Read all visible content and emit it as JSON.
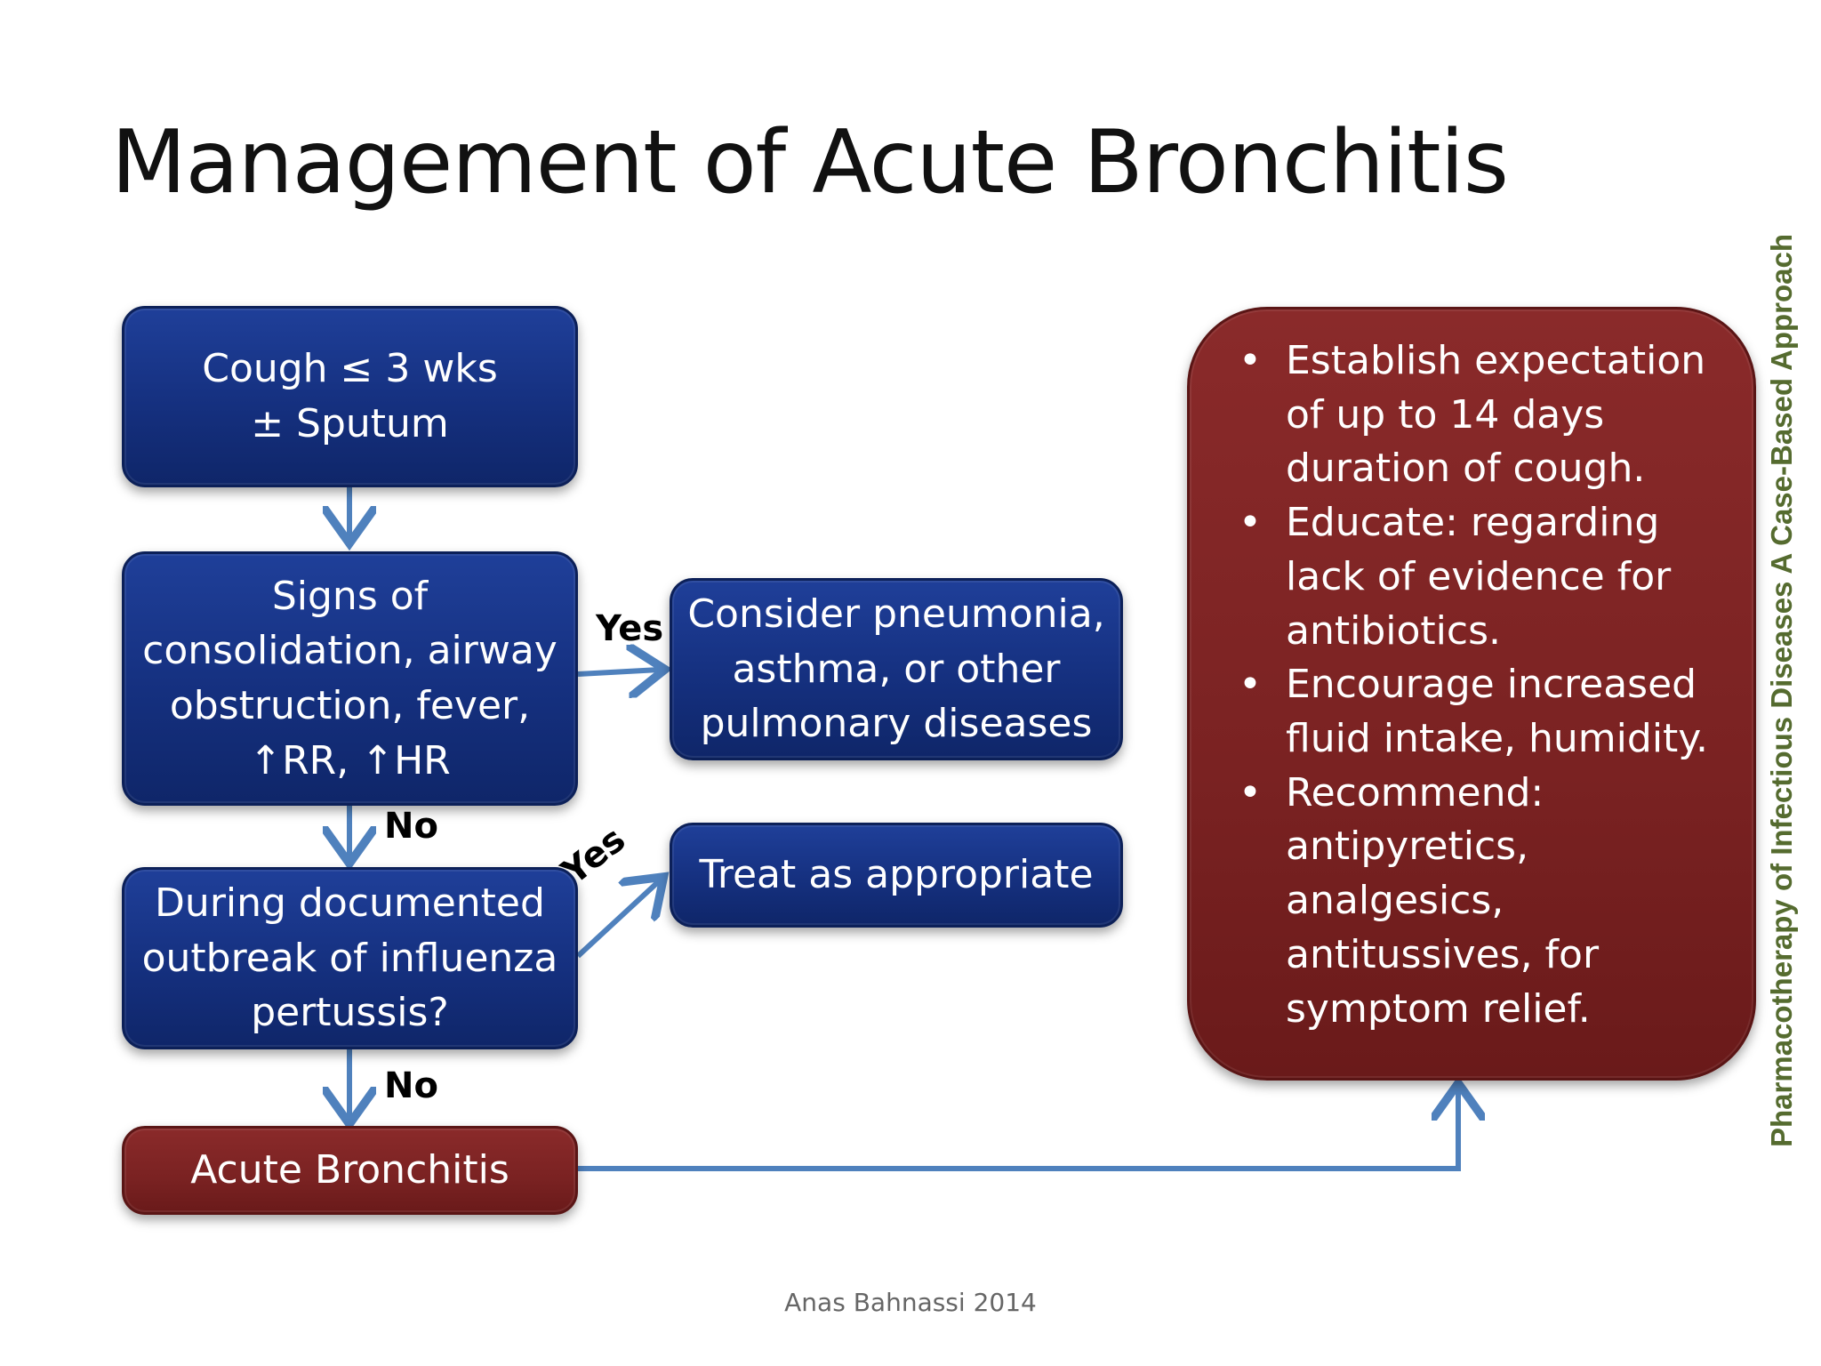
{
  "title": "Management of Acute Bronchitis",
  "boxes": {
    "cough": "Cough ≤ 3 wks\n± Sputum",
    "signs": "Signs of\nconsolidation, airway\nobstruction, fever,\n↑RR, ↑HR",
    "consider": "Consider pneumonia,\nasthma, or other\npulmonary diseases",
    "outbreak": "During documented\noutbreak of influenza\npertussis?",
    "treat": "Treat as appropriate",
    "acute": "Acute Bronchitis"
  },
  "labels": {
    "yes1": "Yes",
    "no1": "No",
    "yes2": "Yes",
    "no2": "No"
  },
  "management": {
    "bullet_char": "•",
    "items": [
      "Establish expectation of up to 14 days duration of cough.",
      "Educate: regarding lack of evidence for antibiotics.",
      "Encourage  increased fluid intake, humidity.",
      "Recommend: antipyretics, analgesics, antitussives, for symptom relief."
    ]
  },
  "side_text": "Pharmacotherapy of Infectious Diseases    A Case-Based Approach",
  "footer": "Anas Bahnassi 2014",
  "colors": {
    "box_blue": "#15307f",
    "box_red": "#7a2222",
    "arrow": "#4f81bd",
    "side_text": "#556b2f"
  }
}
